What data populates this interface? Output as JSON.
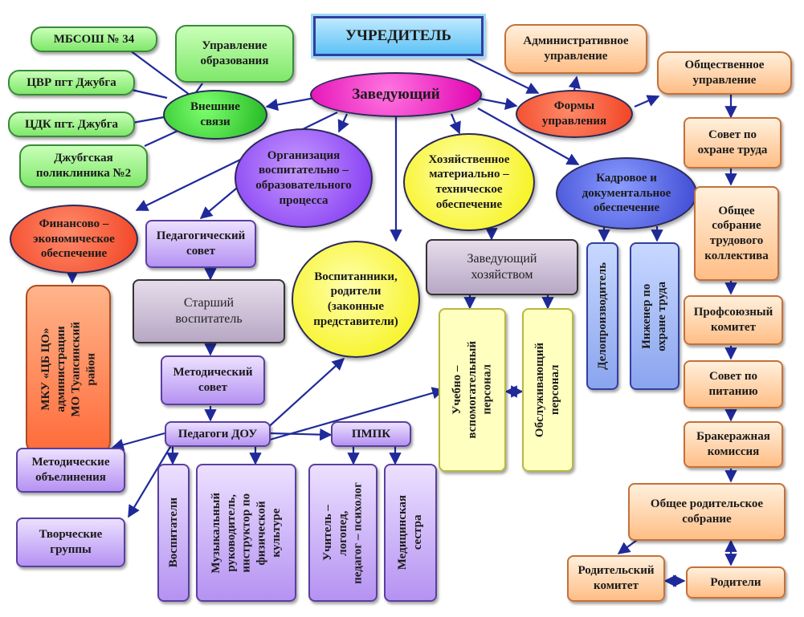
{
  "nodes": {
    "founder": "УЧРЕДИТЕЛЬ",
    "head": "Заведующий",
    "external": "Внешние\nсвязи",
    "school": "МБСОШ № 34",
    "edu_admin": "Управление\nобразования",
    "cvr": "ЦВР пгт Джубга",
    "cdk": "ЦДК пгт. Джубга",
    "clinic": "Джубгская\nполиклиника №2",
    "finance": "Финансово –\nэкономическое\nобеспечение",
    "mku": "МКУ «ЦБ ЦО»\nадминистрации\nМО Туапсинский\nрайон",
    "org_process": "Организация\nвоспитательно –\nобразовательного\nпроцесса",
    "ped_council": "Педагогический\nсовет",
    "senior_teacher": "Старший\nвоспитатель",
    "method_council": "Методический\nсовет",
    "teachers": "Педагоги ДОУ",
    "method_unions": "Методические\nобъелинения",
    "creative_groups": "Творческие\nгруппы",
    "educators": "Воспитатели",
    "music_director": "Музыкальный\nруководитель,\nинструктор по\nфизической\nкультуре",
    "pmpk": "ПМПК",
    "speech_therapist": "Учитель –\nлогопед,\nпедагог – психолог",
    "nurse": "Медицинская\nсестра",
    "pupils_parents": "Воспитанники,\nродители\n(законные\nпредставители)",
    "economic": "Хозяйственное\nматериально –\nтехническое\nобеспечение",
    "head_economy": "Заведующий\nхозяйством",
    "support_staff": "Учебно –\nвспомогательный\nперсонал",
    "service_staff": "Обслуживающий\nперсонал",
    "personnel": "Кадровое и\nдокументальное\nобеспечение",
    "clerk": "Делопроизводитель",
    "safety_engineer": "Инженер по\nохране труда",
    "governance_forms": "Формы\nуправления",
    "administrative": "Административное\nуправление",
    "public_gov": "Общественное\nуправление",
    "labor_safety_council": "Совет по\nохране труда",
    "general_assembly": "Общее\nсобрание\nтрудового\nколлектива",
    "trade_union": "Профсоюзный\nкомитет",
    "nutrition_council": "Совет по\nпитанию",
    "rejection_commission": "Бракеражная\nкомиссия",
    "parents_meeting": "Общее родительское\nсобрание",
    "parents_committee": "Родительский\nкомитет",
    "parents": "Родители"
  }
}
